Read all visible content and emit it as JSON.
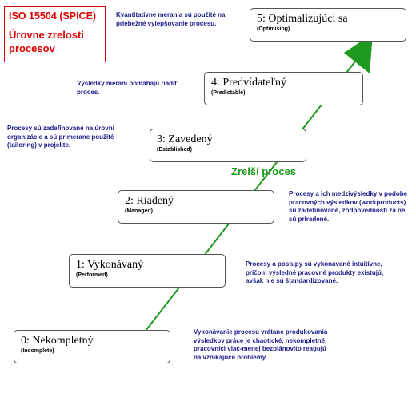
{
  "title": {
    "line1": "ISO 15504 (SPICE)",
    "line2": "Úrovne zrelosti procesov"
  },
  "levels": [
    {
      "name": "0: Nekompletný",
      "sub": "(Incomplete)"
    },
    {
      "name": "1: Vykonávaný",
      "sub": "(Performed)"
    },
    {
      "name": "2: Riadený",
      "sub": "(Managed)"
    },
    {
      "name": "3: Zavedený",
      "sub": "(Established)"
    },
    {
      "name": "4: Predvídateľný",
      "sub": "(Predictable)"
    },
    {
      "name": "5: Optimalizujúci sa",
      "sub": "(Optimising)"
    }
  ],
  "descriptions": [
    "Vykonávanie procesu vrátane produkovania výsledkov práce je chaotické, nekompletné, pracovníci viac-menej bezplánovito reagujú na vznikajúce problémy.",
    "Procesy a postupy sú vykonávané intuitívne, pričom výsledné pracovné produkty existujú, avšak nie sú štandardizované.",
    "Procesy a ich medzivýsledky v podobe pracovných výsledkov (workproducts) sú zadefinované, zodpovednosti za ne sú priradené.",
    "Procesy sú zadefinované na úrovni organizácie a sú primerane použité (tailoring) v projekte.",
    "Výsledky meraní pomáhajú riadiť proces.",
    "Kvantitatívne merania sú použité na priebežné vylepšovanie procesu."
  ],
  "arrow_label": "Zrelší proces",
  "colors": {
    "title": "#e00000",
    "description": "#1a1a8c",
    "arrow": "#1e9a1e",
    "box_border": "#555555"
  }
}
